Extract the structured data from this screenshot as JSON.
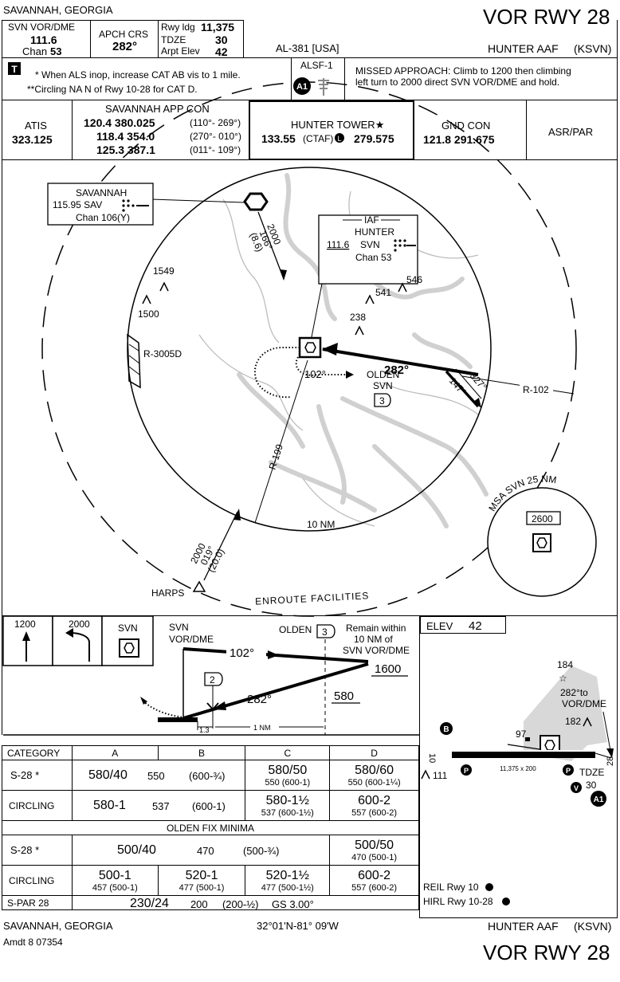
{
  "header": {
    "city_state": "SAVANNAH, GEORGIA",
    "procedure": "VOR RWY 28",
    "chart_id": "AL-381 [USA]",
    "airport": "HUNTER AAF",
    "airport_id": "(KSVN)"
  },
  "navaid_box": {
    "line1": "SVN VOR/DME",
    "freq": "111.6",
    "chan_label": "Chan",
    "chan": "53"
  },
  "apch_crs": {
    "label": "APCH CRS",
    "value": "282°"
  },
  "elevations": {
    "rwy_ldg_label": "Rwy ldg",
    "rwy_ldg": "11,375",
    "tdze_label": "TDZE",
    "tdze": "30",
    "arpt_elev_label": "Arpt Elev",
    "arpt_elev": "42"
  },
  "notes": {
    "note1": "* When ALS inop, increase CAT AB vis to 1 mile.",
    "note2": "**Circling NA N of Rwy 10-28 for CAT D.",
    "lighting": "ALSF-1",
    "missed_approach": "MISSED APPROACH:  Climb to 1200 then climbing left turn to 2000 direct SVN VOR/DME and hold.",
    "ma_line1": "MISSED APPROACH:  Climb to 1200 then climbing",
    "ma_line2": "left turn to 2000 direct SVN VOR/DME and hold."
  },
  "comms": {
    "atis_label": "ATIS",
    "atis": "323.125",
    "app_label": "SAVANNAH APP CON",
    "app1_freq": "120.4  380.025",
    "app1_rng": "(110°- 269°)",
    "app2_freq": "118.4  354.0",
    "app2_rng": "(270°- 010°)",
    "app3_freq": "125.3  387.1",
    "app3_rng": "(011°- 109°)",
    "tower_label": "HUNTER TOWER★",
    "tower_freq1": "133.55",
    "tower_ctaf": "(CTAF)",
    "tower_freq2": "279.575",
    "gnd_label": "GND CON",
    "gnd": "121.8  291.675",
    "asr": "ASR/PAR"
  },
  "planview": {
    "sav_name": "SAVANNAH",
    "sav_freq": "115.95  SAV",
    "sav_chan": "Chan 106(Y)",
    "iaf": "IAF",
    "hunter": "HUNTER",
    "hunter_freq": "111.6",
    "hunter_id": "SVN",
    "hunter_chan": "Chan 53",
    "route_sav_alt": "2000",
    "route_sav_crs": "166°",
    "route_sav_dist": "(8.6)",
    "obs1": "1549",
    "obs2": "1500",
    "obs3": "541",
    "obs4": "546",
    "obs5": "238",
    "restricted": "R-3005D",
    "crs_102": "102°",
    "crs_282": "282°",
    "olden": "OLDEN",
    "olden_svn": "SVN",
    "olden_dme": "3",
    "hold_147": "147°",
    "hold_327": "327°",
    "radial_102": "R-102",
    "radial_199": "R-199",
    "ring": "10 NM",
    "harps": "HARPS",
    "harps_alt": "2000",
    "harps_crs": "019°",
    "harps_dist": "(20.0)",
    "enroute": "ENROUTE FACILITIES",
    "msa_label": "MSA  SVN  25 NM",
    "msa_alt": "2600"
  },
  "profile": {
    "ma1_alt": "1200",
    "ma2_alt": "2000",
    "ma3_id": "SVN",
    "svn_label1": "SVN",
    "svn_label2": "VOR/DME",
    "olden_label": "OLDEN",
    "olden_dme": "3",
    "remain1": "Remain within",
    "remain2": "10 NM of",
    "remain3": "SVN VOR/DME",
    "crs_in": "102°",
    "crs_out": "282°",
    "alt_1600": "1600",
    "alt_580": "580",
    "fix_dme": "2",
    "dist1": "1.3",
    "dist2": "1 NM"
  },
  "airport_diagram": {
    "elev_label": "ELEV",
    "elev": "42",
    "obs_184": "184",
    "obs_182": "182",
    "crs_note1": "282°to",
    "crs_note2": "VOR/DME",
    "obs_97": "97",
    "obs_111": "111",
    "rwy_dims": "11,375 x 200",
    "rwy_10": "10",
    "rwy_28": "28",
    "tdze_label": "TDZE",
    "tdze": "30",
    "reil": "REIL Rwy 10",
    "hirl": "HIRL Rwy 10-28"
  },
  "minima": {
    "headers": [
      "CATEGORY",
      "A",
      "B",
      "C",
      "D"
    ],
    "s28_label": "S-28 *",
    "s28_ab_main": "580/40",
    "s28_ab_hat": "550",
    "s28_ab_paren": "(600-¾)",
    "s28_c_main": "580/50",
    "s28_c_sub": "550  (600-1)",
    "s28_d_main": "580/60",
    "s28_d_sub": "550  (600-1¼)",
    "circ_label": "CIRCLING",
    "circ_ab_main": "580-1",
    "circ_ab_hat": "537",
    "circ_ab_paren": "(600-1)",
    "circ_c_main": "580-1½",
    "circ_c_sub": "537  (600-1½)",
    "circ_d_main": "600-2",
    "circ_d_sub": "557   (600-2)",
    "olden_header": "OLDEN FIX MINIMA",
    "o_s28_label": "S-28 *",
    "o_s28_abc_main": "500/40",
    "o_s28_abc_hat": "470",
    "o_s28_abc_paren": "(500-¾)",
    "o_s28_d_main": "500/50",
    "o_s28_d_sub": "470  (500-1)",
    "o_circ_label": "CIRCLING",
    "o_circ_a_main": "500-1",
    "o_circ_a_sub": "457  (500-1)",
    "o_circ_b_main": "520-1",
    "o_circ_b_sub": "477  (500-1)",
    "o_circ_c_main": "520-1½",
    "o_circ_c_sub": "477  (500-1½)",
    "o_circ_d_main": "600-2",
    "o_circ_d_sub": "557  (600-2)",
    "spar_label": "S-PAR 28",
    "spar_main": "230/24",
    "spar_hat": "200",
    "spar_paren": "(200-½)",
    "spar_gs": "GS 3.00°"
  },
  "footer": {
    "city_state": "SAVANNAH, GEORGIA",
    "latlon": "32°01'N-81° 09'W",
    "airport": "HUNTER AAF",
    "airport_id": "(KSVN)",
    "amdt": "Amdt 8  07354",
    "procedure": "VOR RWY 28"
  }
}
